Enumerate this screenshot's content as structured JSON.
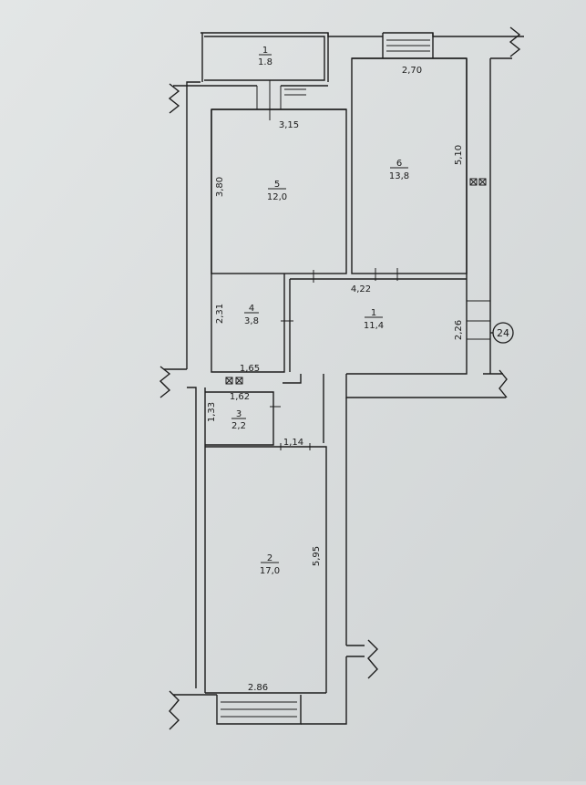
{
  "plan": {
    "building_number": "24",
    "rooms": [
      {
        "id": "r1",
        "number": "1",
        "area": "11,4"
      },
      {
        "id": "r2",
        "number": "2",
        "area": "17,0"
      },
      {
        "id": "r3",
        "number": "3",
        "area": "2,2"
      },
      {
        "id": "r4",
        "number": "4",
        "area": "3,8"
      },
      {
        "id": "r5",
        "number": "5",
        "area": "12,0"
      },
      {
        "id": "r6",
        "number": "6",
        "area": "13,8"
      },
      {
        "id": "balcony",
        "number": "1",
        "area": "1.8"
      }
    ],
    "dimensions": {
      "d_315": "3,15",
      "d_380": "3,80",
      "d_270": "2,70",
      "d_510": "5,10",
      "d_422": "4,22",
      "d_231": "2,31",
      "d_165": "1,65",
      "d_226": "2,26",
      "d_162": "1,62",
      "d_133": "1,33",
      "d_114": "1,14",
      "d_595": "5,95",
      "d_286": "2.86"
    },
    "vent_symbol": "⊠ ⊠"
  }
}
